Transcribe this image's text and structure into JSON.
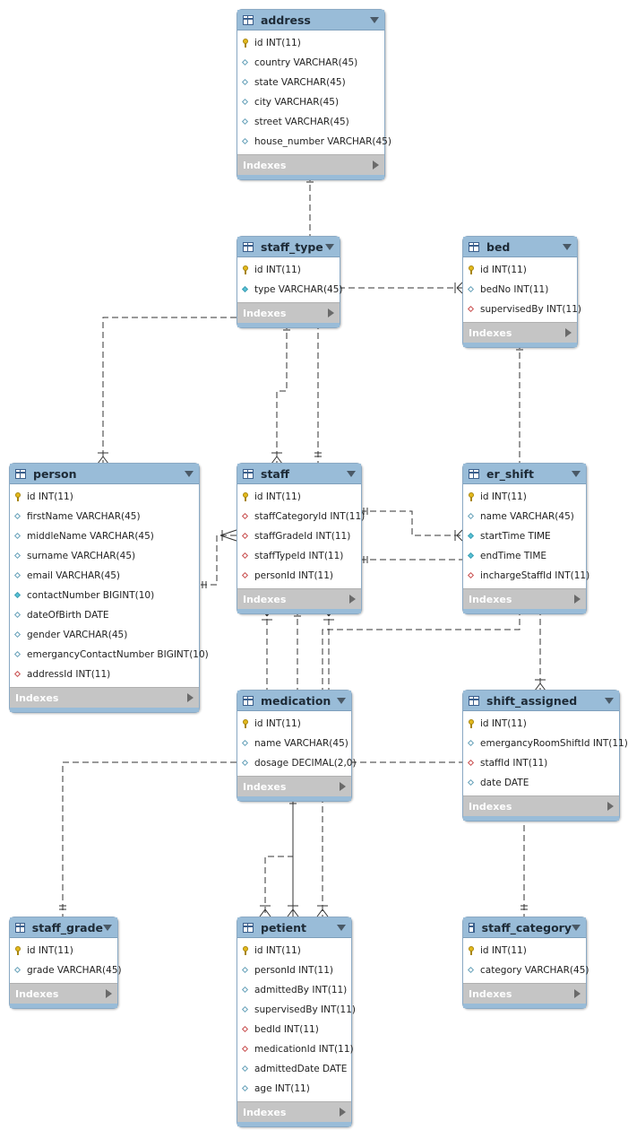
{
  "diagram": {
    "indexes_label": "Indexes",
    "tables": [
      {
        "id": "address",
        "name": "address",
        "columns": [
          {
            "text": "id INT(11)",
            "icon": "primary-key-icon"
          },
          {
            "text": "country VARCHAR(45)",
            "icon": "diamond-icon"
          },
          {
            "text": "state VARCHAR(45)",
            "icon": "diamond-icon"
          },
          {
            "text": "city VARCHAR(45)",
            "icon": "diamond-icon"
          },
          {
            "text": "street VARCHAR(45)",
            "icon": "diamond-icon"
          },
          {
            "text": "house_number VARCHAR(45)",
            "icon": "diamond-icon"
          }
        ]
      },
      {
        "id": "staff_type",
        "name": "staff_type",
        "columns": [
          {
            "text": "id INT(11)",
            "icon": "primary-key-icon"
          },
          {
            "text": "type VARCHAR(45)",
            "icon": "filled-diamond-icon"
          }
        ]
      },
      {
        "id": "bed",
        "name": "bed",
        "columns": [
          {
            "text": "id INT(11)",
            "icon": "primary-key-icon"
          },
          {
            "text": "bedNo INT(11)",
            "icon": "diamond-icon"
          },
          {
            "text": "supervisedBy INT(11)",
            "icon": "foreign-key-icon"
          }
        ]
      },
      {
        "id": "person",
        "name": "person",
        "columns": [
          {
            "text": "id INT(11)",
            "icon": "primary-key-icon"
          },
          {
            "text": "firstName VARCHAR(45)",
            "icon": "diamond-icon"
          },
          {
            "text": "middleName VARCHAR(45)",
            "icon": "diamond-icon"
          },
          {
            "text": "surname VARCHAR(45)",
            "icon": "diamond-icon"
          },
          {
            "text": "email VARCHAR(45)",
            "icon": "diamond-icon"
          },
          {
            "text": "contactNumber BIGINT(10)",
            "icon": "filled-diamond-icon"
          },
          {
            "text": "dateOfBirth DATE",
            "icon": "diamond-icon"
          },
          {
            "text": "gender VARCHAR(45)",
            "icon": "diamond-icon"
          },
          {
            "text": "emergancyContactNumber BIGINT(10)",
            "icon": "diamond-icon"
          },
          {
            "text": "addressId INT(11)",
            "icon": "foreign-key-icon"
          }
        ]
      },
      {
        "id": "staff",
        "name": "staff",
        "columns": [
          {
            "text": "id INT(11)",
            "icon": "primary-key-icon"
          },
          {
            "text": "staffCategoryId INT(11)",
            "icon": "foreign-key-icon"
          },
          {
            "text": "staffGradeId INT(11)",
            "icon": "foreign-key-icon"
          },
          {
            "text": "staffTypeId INT(11)",
            "icon": "foreign-key-icon"
          },
          {
            "text": "personId INT(11)",
            "icon": "foreign-key-icon"
          }
        ]
      },
      {
        "id": "er_shift",
        "name": "er_shift",
        "columns": [
          {
            "text": "id INT(11)",
            "icon": "primary-key-icon"
          },
          {
            "text": "name VARCHAR(45)",
            "icon": "diamond-icon"
          },
          {
            "text": "startTime TIME",
            "icon": "filled-diamond-icon"
          },
          {
            "text": "endTime TIME",
            "icon": "filled-diamond-icon"
          },
          {
            "text": "inchargeStaffId INT(11)",
            "icon": "foreign-key-icon"
          }
        ]
      },
      {
        "id": "medication",
        "name": "medication",
        "columns": [
          {
            "text": "id INT(11)",
            "icon": "primary-key-icon"
          },
          {
            "text": "name VARCHAR(45)",
            "icon": "diamond-icon"
          },
          {
            "text": "dosage DECIMAL(2,0)",
            "icon": "diamond-icon"
          }
        ]
      },
      {
        "id": "shift_assigned",
        "name": "shift_assigned",
        "columns": [
          {
            "text": "id INT(11)",
            "icon": "primary-key-icon"
          },
          {
            "text": "emergancyRoomShiftId INT(11)",
            "icon": "diamond-icon"
          },
          {
            "text": "staffId INT(11)",
            "icon": "foreign-key-icon"
          },
          {
            "text": "date DATE",
            "icon": "diamond-icon"
          }
        ]
      },
      {
        "id": "staff_grade",
        "name": "staff_grade",
        "columns": [
          {
            "text": "id INT(11)",
            "icon": "primary-key-icon"
          },
          {
            "text": "grade VARCHAR(45)",
            "icon": "diamond-icon"
          }
        ]
      },
      {
        "id": "petient",
        "name": "petient",
        "columns": [
          {
            "text": "id INT(11)",
            "icon": "primary-key-icon"
          },
          {
            "text": "personId INT(11)",
            "icon": "diamond-icon"
          },
          {
            "text": "admittedBy INT(11)",
            "icon": "diamond-icon"
          },
          {
            "text": "supervisedBy INT(11)",
            "icon": "diamond-icon"
          },
          {
            "text": "bedId INT(11)",
            "icon": "foreign-key-icon"
          },
          {
            "text": "medicationId INT(11)",
            "icon": "foreign-key-icon"
          },
          {
            "text": "admittedDate DATE",
            "icon": "diamond-icon"
          },
          {
            "text": "age INT(11)",
            "icon": "diamond-icon"
          }
        ]
      },
      {
        "id": "staff_category",
        "name": "staff_category",
        "columns": [
          {
            "text": "id INT(11)",
            "icon": "primary-key-icon"
          },
          {
            "text": "category VARCHAR(45)",
            "icon": "diamond-icon"
          }
        ]
      }
    ]
  },
  "colors": {
    "header": "#99bcd8",
    "indexes_bar": "#c5c5c5",
    "line": "#333333"
  }
}
